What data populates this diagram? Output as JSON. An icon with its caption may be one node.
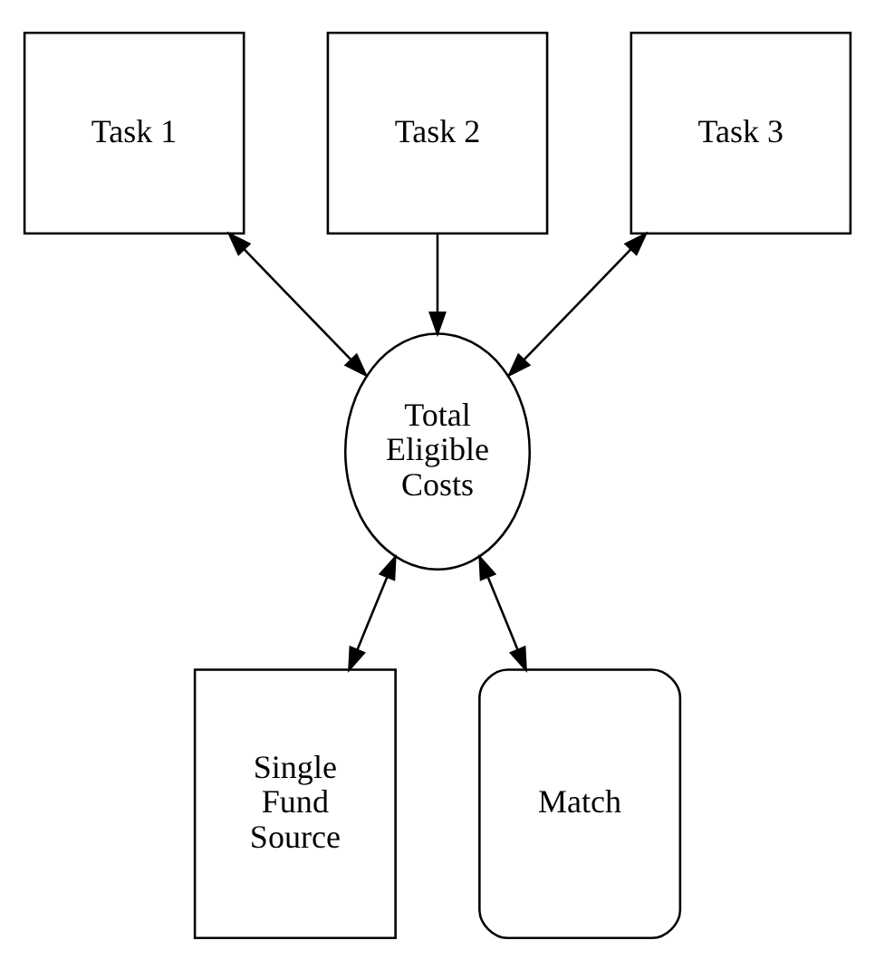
{
  "diagram": {
    "nodes": [
      {
        "text": [
          "Task 1"
        ]
      },
      {
        "text": [
          "Task 2"
        ]
      },
      {
        "text": [
          "Task 3"
        ]
      },
      {
        "text": [
          "Total Eligible Costs"
        ]
      },
      {
        "text": [
          "Single Fund Source"
        ]
      },
      {
        "text": [
          "Match"
        ]
      }
    ],
    "edges": [
      {
        "from": 0,
        "to": 3,
        "arrow": "both"
      },
      {
        "from": 1,
        "to": 3,
        "arrow": "to"
      },
      {
        "from": 2,
        "to": 3,
        "arrow": "both"
      },
      {
        "from": 3,
        "to": 4,
        "arrow": "both"
      },
      {
        "from": 3,
        "to": 5,
        "arrow": "both"
      }
    ]
  }
}
